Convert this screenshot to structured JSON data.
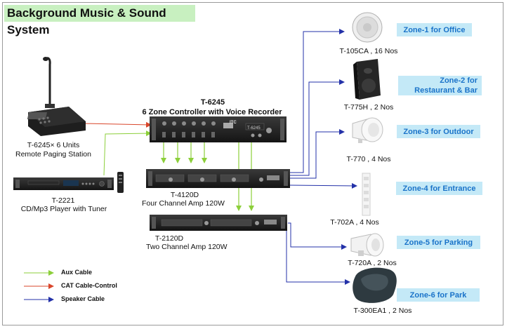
{
  "title": "Background Music & Sound System",
  "controller": {
    "model": "T-6245",
    "desc": "6 Zone Controller with Voice Recorder",
    "brand": "ITC",
    "panel_text": "T-6245"
  },
  "paging": {
    "desc_line1": "T-6245× 6  Units",
    "desc_line2": "Remote Paging Station"
  },
  "player": {
    "model": "T-2221",
    "desc": "CD/Mp3 Player with Tuner"
  },
  "amp4": {
    "model": "T-4120D",
    "desc": "Four Channel Amp 120W"
  },
  "amp2": {
    "model": "T-2120D",
    "desc": "Two Channel Amp 120W"
  },
  "zones": [
    {
      "label": "Zone-1 for Office",
      "speaker": "T-105CA , 16 Nos"
    },
    {
      "label": "Zone-2 for\nRestaurant & Bar",
      "speaker": "T-775H , 2 Nos"
    },
    {
      "label": "Zone-3 for Outdoor",
      "speaker": "T-770 , 4 Nos"
    },
    {
      "label": "Zone-4 for Entrance",
      "speaker": "T-702A , 4 Nos"
    },
    {
      "label": "Zone-5 for Parking",
      "speaker": "T-720A , 2 Nos"
    },
    {
      "label": "Zone-6 for Park",
      "speaker": "T-300EA1 , 2 Nos"
    }
  ],
  "legend": [
    {
      "label": "Aux Cable",
      "color": "#8ccf3a"
    },
    {
      "label": "CAT Cable-Control",
      "color": "#d9462b"
    },
    {
      "label": "Speaker Cable",
      "color": "#2331a8"
    }
  ]
}
